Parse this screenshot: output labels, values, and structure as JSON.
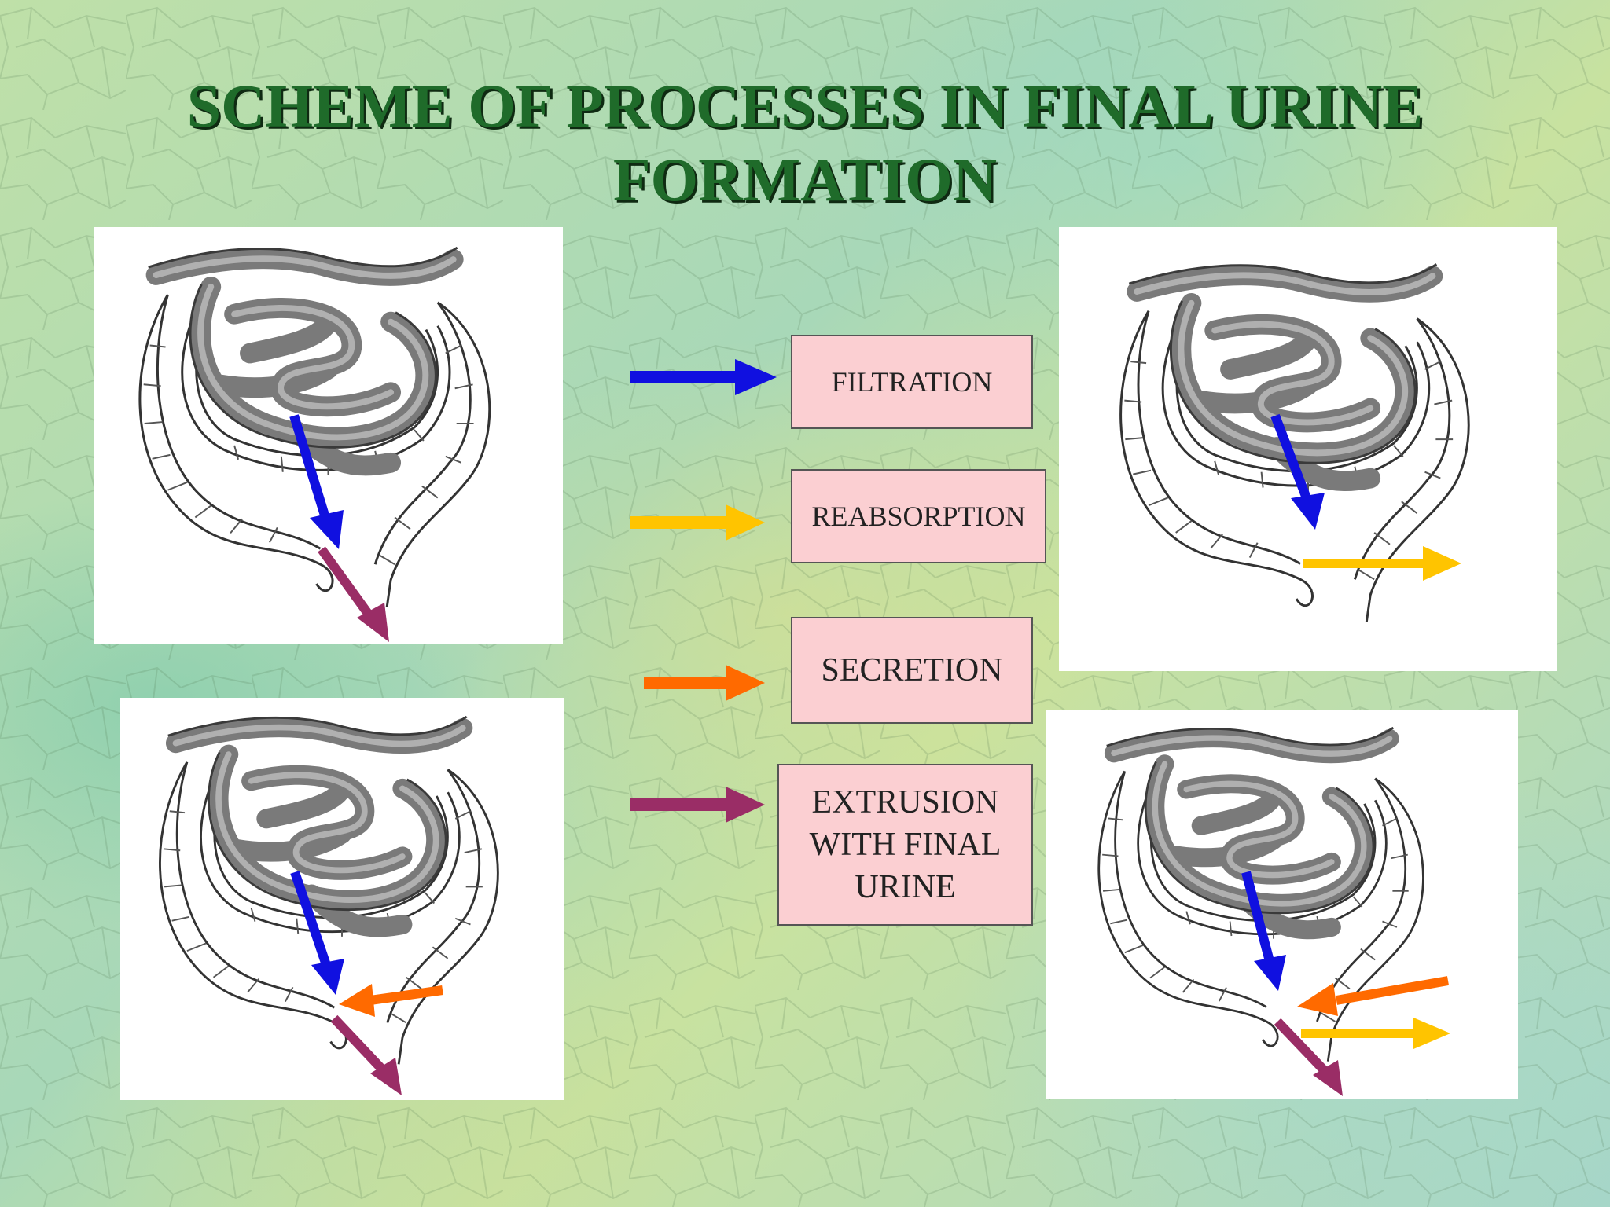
{
  "title": {
    "line1": "SCHEME OF PROCESSES IN FINAL URINE",
    "line2": "FORMATION"
  },
  "legend": [
    {
      "label": "FILTRATION",
      "color": "#1010e0"
    },
    {
      "label": "REABSORPTION",
      "color": "#ffc400"
    },
    {
      "label": "SECRETION",
      "color": "#ff6a00"
    },
    {
      "label_lines": [
        "EXTRUSION",
        "WITH FINAL",
        "URINE"
      ],
      "color": "#9a2d66"
    }
  ],
  "panels": [
    {
      "name": "filtration-extrusion",
      "arrows": [
        "filtration",
        "extrusion"
      ]
    },
    {
      "name": "filtration-reabsorption",
      "arrows": [
        "filtration",
        "reabsorption"
      ]
    },
    {
      "name": "filtration-secretion-extrusion",
      "arrows": [
        "filtration",
        "secretion",
        "extrusion"
      ]
    },
    {
      "name": "all-processes",
      "arrows": [
        "filtration",
        "secretion",
        "reabsorption",
        "extrusion"
      ]
    }
  ],
  "colors": {
    "filtration": "#1010e0",
    "reabsorption": "#ffc400",
    "secretion": "#ff6a00",
    "extrusion": "#9a2d66",
    "legend_box": "#fbcfd2",
    "title": "#1f6b2a"
  }
}
